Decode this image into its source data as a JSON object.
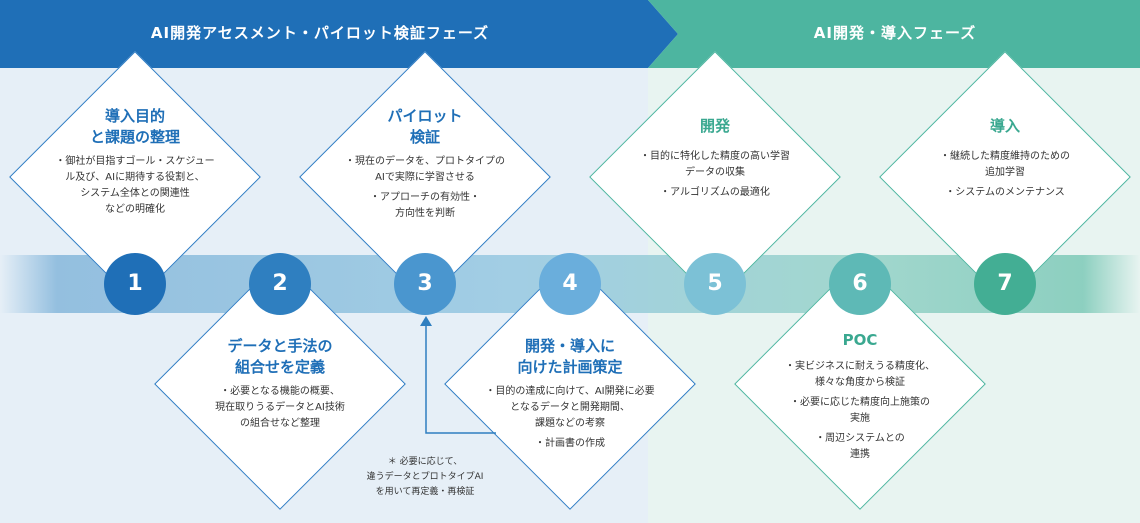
{
  "phases": [
    {
      "title": "AI開発アセスメント・パイロット検証フェーズ",
      "color": "#1f6fb7"
    },
    {
      "title": "AI開発・導入フェーズ",
      "color": "#4db5a0"
    }
  ],
  "steps": [
    {
      "number": "1",
      "title_lines": [
        "導入目的",
        "と課題の整理"
      ],
      "body": [
        "・御社が目指すゴール・スケジュー",
        "ル及び、AIに期待する役割と、",
        "システム全体との関連性",
        "などの明確化"
      ],
      "color": "#1f6fb7"
    },
    {
      "number": "2",
      "title_lines": [
        "データと手法の",
        "組合せを定義"
      ],
      "body": [
        "・必要となる機能の概要、",
        "現在取りうるデータとAI技術",
        "の組合せなど整理"
      ],
      "color": "#2f7fc0"
    },
    {
      "number": "3",
      "title_lines": [
        "パイロット",
        "検証"
      ],
      "body_groups": [
        [
          "・現在のデータを、プロトタイプの",
          "AIで実際に学習させる"
        ],
        [
          "・アプローチの有効性・",
          "方向性を判断"
        ]
      ],
      "color": "#4a96cf"
    },
    {
      "number": "4",
      "title_lines": [
        "開発・導入に",
        "向けた計画策定"
      ],
      "body_groups": [
        [
          "・目的の達成に向けて、AI開発に必要",
          "となるデータと開発期間、",
          "課題などの考察"
        ],
        [
          "・計画書の作成"
        ]
      ],
      "color": "#6aaedc"
    },
    {
      "number": "5",
      "title_lines": [
        "開発"
      ],
      "body_groups": [
        [
          "・目的に特化した精度の高い学習",
          "データの収集"
        ],
        [
          "・アルゴリズムの最適化"
        ]
      ],
      "color": "#7cc1d6"
    },
    {
      "number": "6",
      "title_lines": [
        "POC"
      ],
      "body_groups": [
        [
          "・実ビジネスに耐えうる精度化、",
          "様々な角度から検証"
        ],
        [
          "・必要に応じた精度向上施策の",
          "実施"
        ],
        [
          "・周辺システムとの",
          "連携"
        ]
      ],
      "color": "#5eb9b6"
    },
    {
      "number": "7",
      "title_lines": [
        "導入"
      ],
      "body_groups": [
        [
          "・継続した精度維持のための",
          "追加学習"
        ],
        [
          "・システムのメンテナンス"
        ]
      ],
      "color": "#43ae94"
    }
  ],
  "note": [
    "＊ 必要に応じて、",
    "違うデータとプロトタイプAI",
    "を用いて再定義・再検証"
  ],
  "colors": {
    "blue": "#1f6fb7",
    "teal": "#4db5a0"
  }
}
